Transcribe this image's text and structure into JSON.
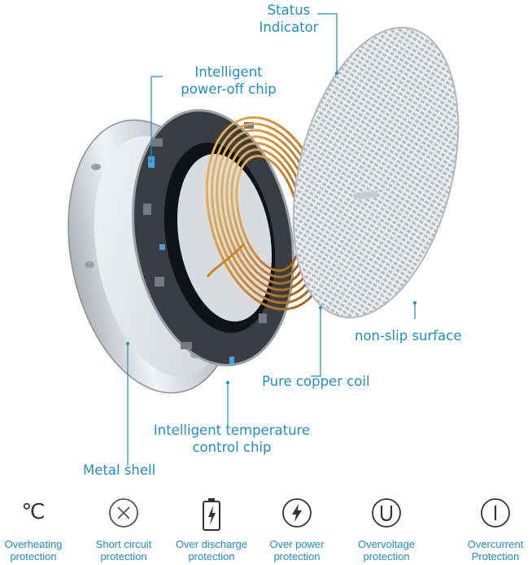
{
  "callouts": {
    "status_indicator": [
      "Status",
      "Indicator"
    ],
    "power_off_chip": [
      "Intelligent",
      "power-off chip"
    ],
    "non_slip": "non-slip surface",
    "copper_coil": "Pure copper coil",
    "temperature_chip": [
      "Intelligent temperature",
      "control chip"
    ],
    "metal_shell": "Metal shell"
  },
  "features": [
    {
      "icon": "celsius-icon",
      "symbol": "℃",
      "label": [
        "Overheating",
        "protection"
      ]
    },
    {
      "icon": "x-circle-icon",
      "label": [
        "Short circuit",
        "protection"
      ]
    },
    {
      "icon": "battery-icon",
      "label": [
        "Over discharge",
        "protection"
      ]
    },
    {
      "icon": "lightning-circle-icon",
      "label": [
        "Over power",
        "protection"
      ]
    },
    {
      "icon": "u-circle-icon",
      "label": [
        "Overvoltage",
        "protection"
      ]
    },
    {
      "icon": "i-circle-icon",
      "label": [
        "Overcurrent",
        "Protection"
      ]
    }
  ],
  "colors": {
    "accent": "#1f8fc4",
    "copper": "#c8862e",
    "shell": "#c9cdd2",
    "pcb": "#3a3d42",
    "surface": "#dfe1e4"
  }
}
